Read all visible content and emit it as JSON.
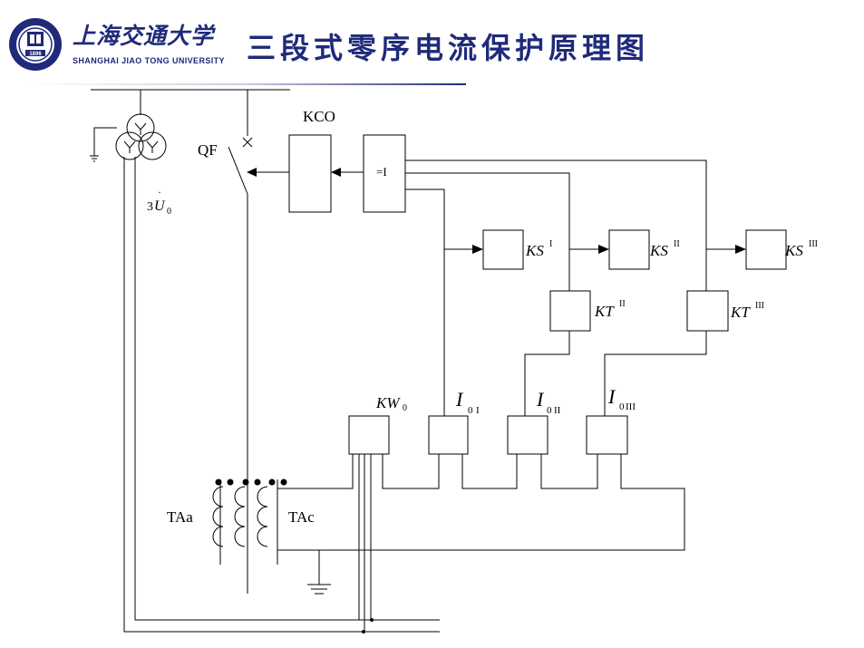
{
  "header": {
    "title": "三段式零序电流保护原理图",
    "logo": {
      "name_cn": "上海交通大学",
      "name_en": "SHANGHAI JIAO TONG UNIVERSITY",
      "year": "1896"
    },
    "accent_color": "#1f2a7a"
  },
  "diagram": {
    "labels": {
      "kco": "KCO",
      "qf": "QF",
      "u0_coef": "3",
      "u0_sym": "U",
      "u0_sub": "0",
      "relay_eq": "=I",
      "ks": "KS",
      "kt": "KT",
      "kw": "KW",
      "kw_sub": "0",
      "i_sym": "I",
      "i_sub": "0",
      "roman_1": "I",
      "roman_2": "II",
      "roman_3": "III",
      "taa": "TAa",
      "tac": "TAc"
    }
  }
}
